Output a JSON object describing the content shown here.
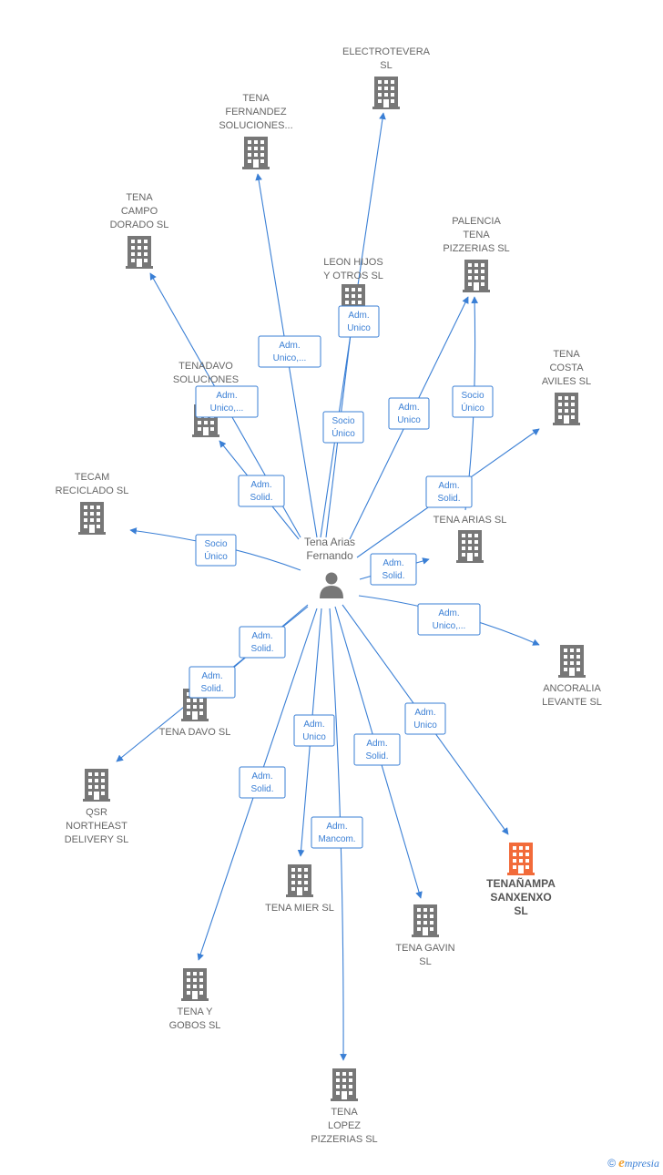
{
  "person": {
    "name_lines": [
      "Tena Arias",
      "Fernando"
    ]
  },
  "companies": [
    {
      "id": "electrotevera",
      "lines": [
        "ELECTROTEVERA",
        "SL"
      ]
    },
    {
      "id": "tena-fernandez",
      "lines": [
        "TENA",
        "FERNANDEZ",
        "SOLUCIONES..."
      ]
    },
    {
      "id": "tena-campo",
      "lines": [
        "TENA",
        "CAMPO",
        "DORADO  SL"
      ]
    },
    {
      "id": "leon-hijos",
      "lines": [
        "LEON HIJOS",
        "Y OTROS  SL"
      ]
    },
    {
      "id": "palencia",
      "lines": [
        "PALENCIA",
        "TENA",
        "PIZZERIAS  SL"
      ]
    },
    {
      "id": "tenadavo",
      "lines": [
        "TENADAVO",
        "SOLUCIONES"
      ]
    },
    {
      "id": "tena-costa",
      "lines": [
        "TENA",
        "COSTA",
        "AVILES  SL"
      ]
    },
    {
      "id": "tecam",
      "lines": [
        "TECAM",
        "RECICLADO SL"
      ]
    },
    {
      "id": "tena-arias",
      "lines": [
        "TENA ARIAS  SL"
      ]
    },
    {
      "id": "ancoralia",
      "lines": [
        "ANCORALIA",
        "LEVANTE SL"
      ]
    },
    {
      "id": "tena-davo",
      "lines": [
        "TENA DAVO  SL"
      ]
    },
    {
      "id": "qsr",
      "lines": [
        "QSR",
        "NORTHEAST",
        "DELIVERY  SL"
      ]
    },
    {
      "id": "tenanampa",
      "lines": [
        "TENAÑAMPA",
        "SANXENXO",
        "SL"
      ],
      "highlight": true
    },
    {
      "id": "tena-mier",
      "lines": [
        "TENA MIER  SL"
      ]
    },
    {
      "id": "tena-gavin",
      "lines": [
        "TENA GAVIN",
        "SL"
      ]
    },
    {
      "id": "tena-y-gobos",
      "lines": [
        "TENA Y",
        "GOBOS  SL"
      ]
    },
    {
      "id": "tena-lopez",
      "lines": [
        "TENA",
        "LOPEZ",
        "PIZZERIAS  SL"
      ]
    }
  ],
  "edges": [
    {
      "id": "e-electrotevera",
      "lines": [
        "Socio",
        "Único"
      ]
    },
    {
      "id": "e-leon",
      "lines": [
        "Adm.",
        "Unico"
      ]
    },
    {
      "id": "e-fernandez",
      "lines": [
        "Adm.",
        "Unico,..."
      ]
    },
    {
      "id": "e-campo",
      "lines": [
        "Adm.",
        "Unico,..."
      ]
    },
    {
      "id": "e-tenadavo",
      "lines": [
        "Adm.",
        "Solid."
      ]
    },
    {
      "id": "e-palencia-1",
      "lines": [
        "Adm.",
        "Unico"
      ]
    },
    {
      "id": "e-palencia-2",
      "lines": [
        "Socio",
        "Único"
      ]
    },
    {
      "id": "e-costa",
      "lines": [
        "Adm.",
        "Solid."
      ]
    },
    {
      "id": "e-arias",
      "lines": [
        "Adm.",
        "Solid."
      ]
    },
    {
      "id": "e-tecam",
      "lines": [
        "Socio",
        "Único"
      ]
    },
    {
      "id": "e-ancoralia",
      "lines": [
        "Adm.",
        "Unico,..."
      ]
    },
    {
      "id": "e-davo",
      "lines": [
        "Adm.",
        "Solid."
      ]
    },
    {
      "id": "e-qsr",
      "lines": [
        "Adm.",
        "Solid."
      ]
    },
    {
      "id": "e-tenanampa",
      "lines": [
        "Adm.",
        "Unico"
      ]
    },
    {
      "id": "e-mier",
      "lines": [
        "Adm.",
        "Unico"
      ]
    },
    {
      "id": "e-gavin",
      "lines": [
        "Adm.",
        "Solid."
      ]
    },
    {
      "id": "e-gobos",
      "lines": [
        "Adm.",
        "Solid."
      ]
    },
    {
      "id": "e-lopez",
      "lines": [
        "Adm.",
        "Mancom."
      ]
    }
  ],
  "colors": {
    "edge": "#3a7fd5",
    "node": "#777777",
    "highlight": "#f26b3a"
  },
  "icons": {
    "company": "building-icon",
    "person": "person-icon"
  },
  "footer": {
    "copyright": "©",
    "brand_initial": "e",
    "brand_rest": "mpresia"
  }
}
